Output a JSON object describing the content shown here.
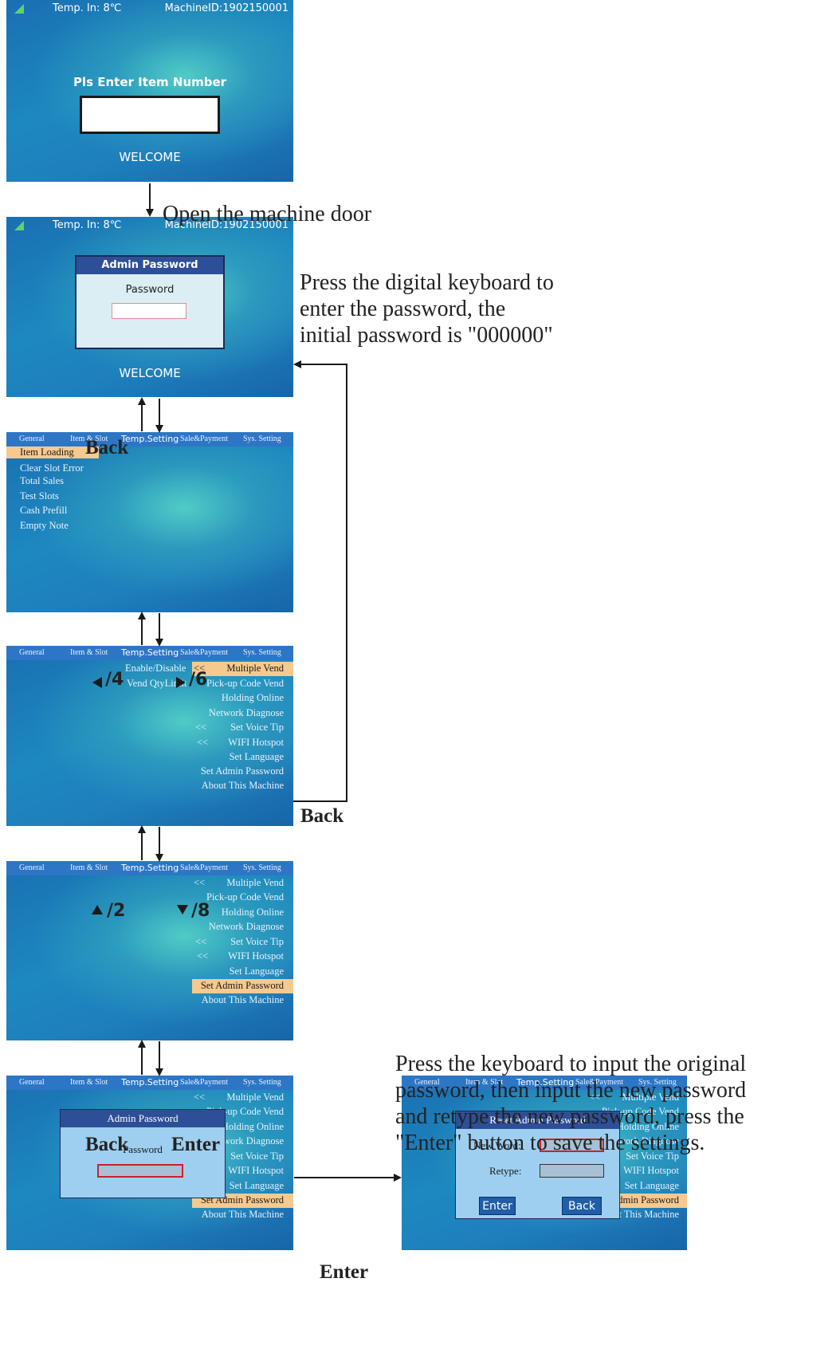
{
  "status": {
    "temp": "Temp.  In:  8℃",
    "machine_id": "MachineID:1902150001"
  },
  "screen1": {
    "prompt": "Pls Enter Item Number",
    "welcome": "WELCOME"
  },
  "screen2": {
    "dialog_title": "Admin Password",
    "field_label": "Password",
    "welcome": "WELCOME"
  },
  "tabs": [
    "General",
    "Item & Slot",
    "Temp.Setting",
    "Sale&Payment",
    "Sys. Setting"
  ],
  "general_menu": [
    "Item Loading",
    "Clear Slot Error",
    "Total Sales",
    "Test Slots",
    "Cash Prefill",
    "Empty Note"
  ],
  "sys_left": [
    "Enable/Disable",
    "Vend QtyLimit"
  ],
  "sys_menu": [
    "Multiple Vend",
    "Pick-up Code Vend",
    "Holding Online",
    "Network Diagnose",
    "Set Voice Tip",
    "WIFI Hotspot",
    "Set Language",
    "Set Admin Password",
    "About This Machine"
  ],
  "arrow_glyph": "<<",
  "screen6": {
    "dialog_title": "Admin Password",
    "field_label": "Password"
  },
  "screen7": {
    "dialog_title": "Reset Admin Password",
    "new_word": "New Word:",
    "retype": "Retype:",
    "enter_btn": "Enter",
    "back_btn": "Back"
  },
  "captions": {
    "open_door": "Open the machine door",
    "press_digital": [
      "Press the digital keyboard to",
      "enter the password, the",
      "initial password is \"000000\""
    ],
    "press_keyboard": [
      "Press the keyboard to input the original",
      "password, then input the new password",
      "and retype the new password, press the",
      "\"Enter\" button to save the settings."
    ]
  },
  "labels": {
    "back": "Back",
    "enter": "Enter",
    "key4": "/4",
    "key6": "/6",
    "key2": "/2",
    "key8": "/8"
  },
  "colors": {
    "highlight": "#f6c98f",
    "tab_bar": "#2d76c5",
    "dialog_title": "#2e4f97"
  }
}
